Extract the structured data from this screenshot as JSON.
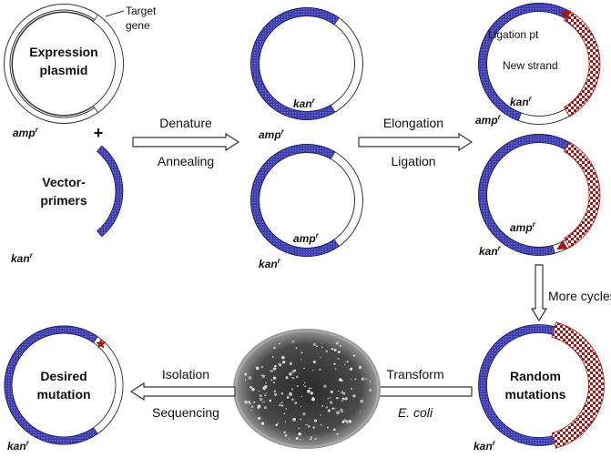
{
  "colors": {
    "vector_strand": "#3c3ca8",
    "vector_edge": "#1a1a6e",
    "mutation_red": "#a01818",
    "outline": "#333333",
    "arrow_fill": "#ffffff"
  },
  "labels": {
    "target_gene": "Target\ngene",
    "expression_plasmid": "Expression\nplasmid",
    "amp": "amp",
    "kan": "kan",
    "sup": "r",
    "plus": "+",
    "vector_primers": "Vector-\nprimers",
    "ligation_pt": "Ligation pt",
    "new_strand": "New strand",
    "random_mutations": "Random\nmutations",
    "desired_mutation": "Desired\nmutation"
  },
  "steps": {
    "denature": "Denature",
    "annealing": "Annealing",
    "elongation": "Elongation",
    "ligation": "Ligation",
    "more_cycles": "More cycles",
    "transform": "Transform",
    "e_coli": "E. coli",
    "isolation": "Isolation",
    "sequencing": "Sequencing"
  },
  "icons": {
    "plate": "petri-dish-colonies-icon",
    "mutation": "star-mutation-icon",
    "ligation": "triangle-ligation-icon"
  }
}
